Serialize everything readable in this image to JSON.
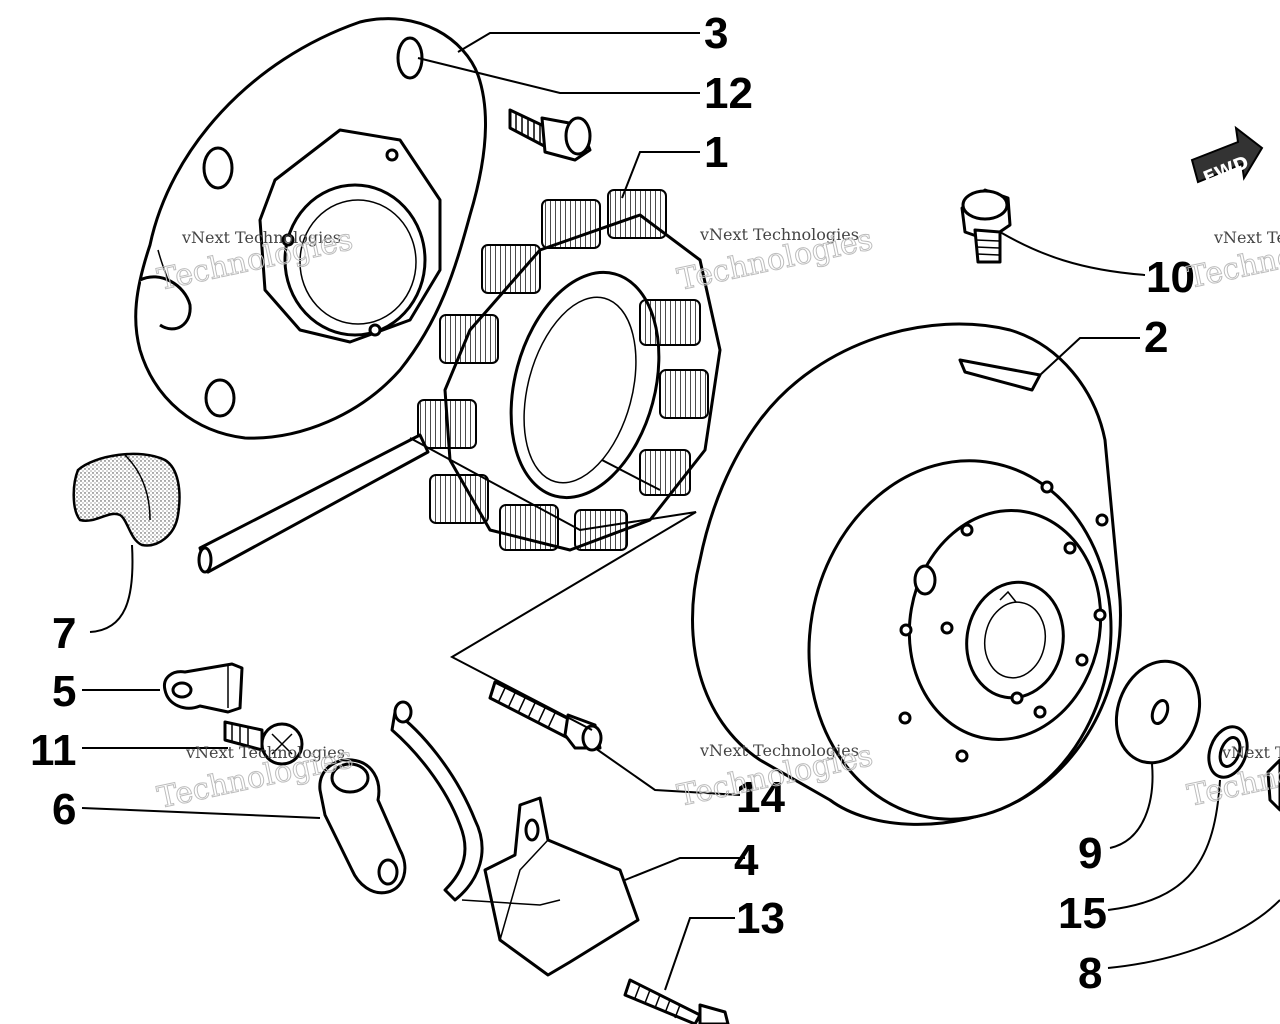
{
  "callouts": [
    {
      "id": "c3",
      "label": "3"
    },
    {
      "id": "c12",
      "label": "12"
    },
    {
      "id": "c1",
      "label": "1"
    },
    {
      "id": "c10",
      "label": "10"
    },
    {
      "id": "c2",
      "label": "2"
    },
    {
      "id": "c7",
      "label": "7"
    },
    {
      "id": "c5",
      "label": "5"
    },
    {
      "id": "c11",
      "label": "11"
    },
    {
      "id": "c6",
      "label": "6"
    },
    {
      "id": "c14",
      "label": "14"
    },
    {
      "id": "c4",
      "label": "4"
    },
    {
      "id": "c13",
      "label": "13"
    },
    {
      "id": "c9",
      "label": "9"
    },
    {
      "id": "c15",
      "label": "15"
    },
    {
      "id": "c8",
      "label": "8"
    }
  ],
  "direction_arrow": {
    "label": "FWD",
    "icon": "forward-arrow-icon"
  },
  "watermark": {
    "line1": "vNext Technologies",
    "line2": "Technologies"
  }
}
